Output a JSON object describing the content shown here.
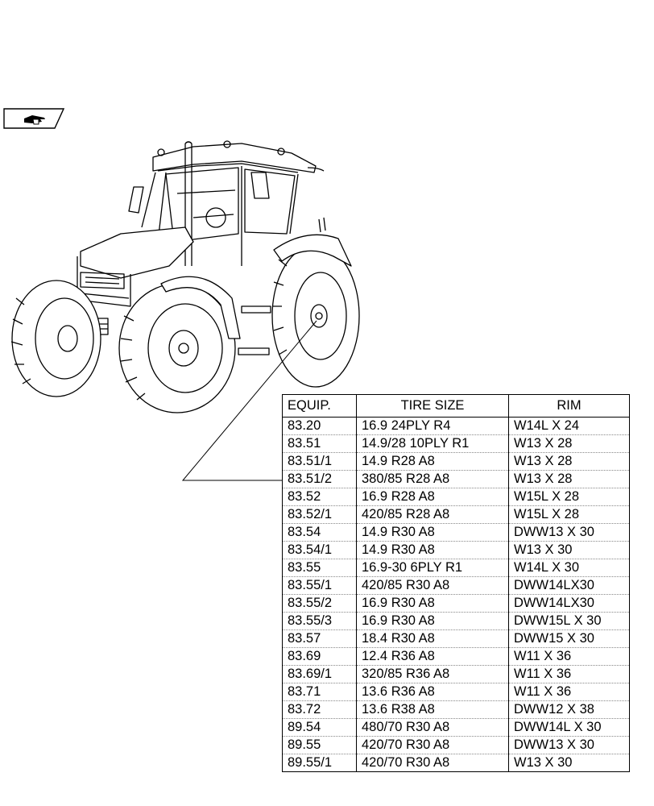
{
  "table": {
    "headers": [
      "EQUIP.",
      "TIRE SIZE",
      "RIM"
    ],
    "rows": [
      [
        "83.20",
        "16.9 24PLY R4",
        "W14L X 24"
      ],
      [
        "83.51",
        "14.9/28 10PLY R1",
        "W13 X 28"
      ],
      [
        "83.51/1",
        "14.9 R28 A8",
        "W13 X 28"
      ],
      [
        "83.51/2",
        "380/85 R28 A8",
        "W13 X 28"
      ],
      [
        "83.52",
        "16.9 R28 A8",
        "W15L X 28"
      ],
      [
        "83.52/1",
        "420/85 R28 A8",
        "W15L X 28"
      ],
      [
        "83.54",
        "14.9 R30 A8",
        "DWW13 X 30"
      ],
      [
        "83.54/1",
        "14.9 R30 A8",
        "W13 X 30"
      ],
      [
        "83.55",
        "16.9-30 6PLY R1",
        "W14L X 30"
      ],
      [
        "83.55/1",
        "420/85 R30 A8",
        "DWW14LX30"
      ],
      [
        "83.55/2",
        "16.9 R30 A8",
        "DWW14LX30"
      ],
      [
        "83.55/3",
        "16.9 R30 A8",
        "DWW15L X 30"
      ],
      [
        "83.57",
        "18.4 R30 A8",
        "DWW15 X 30"
      ],
      [
        "83.69",
        "12.4 R36 A8",
        "W11 X 36"
      ],
      [
        "83.69/1",
        "320/85 R36 A8",
        "W11 X 36"
      ],
      [
        "83.71",
        "13.6 R36 A8",
        "W11 X 36"
      ],
      [
        "83.72",
        "13.6 R38 A8",
        "DWW12 X 38"
      ],
      [
        "89.54",
        "480/70 R30 A8",
        "DWW14L X 30"
      ],
      [
        "89.55",
        "420/70 R30 A8",
        "DWW13 X 30"
      ],
      [
        "89.55/1",
        "420/70 R30 A8",
        "W13 X 30"
      ]
    ]
  },
  "icons": {
    "nav": "hand-pointing-icon",
    "illustration": "tractor-illustration"
  }
}
